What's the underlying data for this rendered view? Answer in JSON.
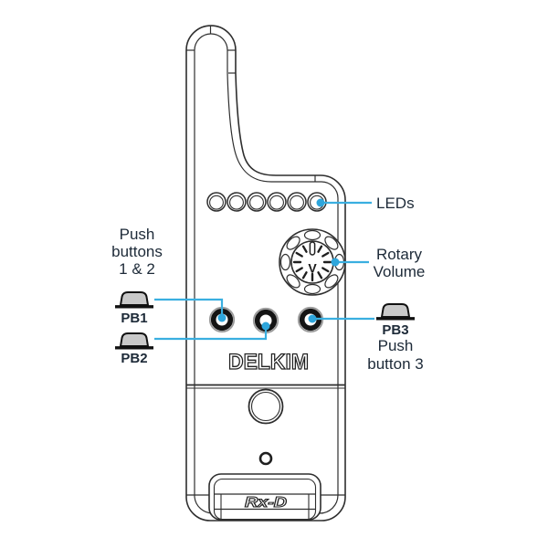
{
  "diagram": {
    "device_brand": "DELKIM",
    "device_model": "Rx-D",
    "dial_letter": "V",
    "led_count": 6
  },
  "labels": {
    "leds": "LEDs",
    "rotary_volume": [
      "Rotary",
      "Volume"
    ],
    "push_buttons_1_2": [
      "Push",
      "buttons",
      "1 & 2"
    ],
    "pb1": "PB1",
    "pb2": "PB2",
    "pb3": "PB3",
    "push_button_3": [
      "Push",
      "button 3"
    ]
  },
  "colors": {
    "callout_line": "#3aafe0",
    "callout_dot": "#2ea6dc",
    "label_text": "#1d2a38",
    "line_art": "#2e2e2e",
    "button_icon_fill": "#c9c9c9"
  }
}
